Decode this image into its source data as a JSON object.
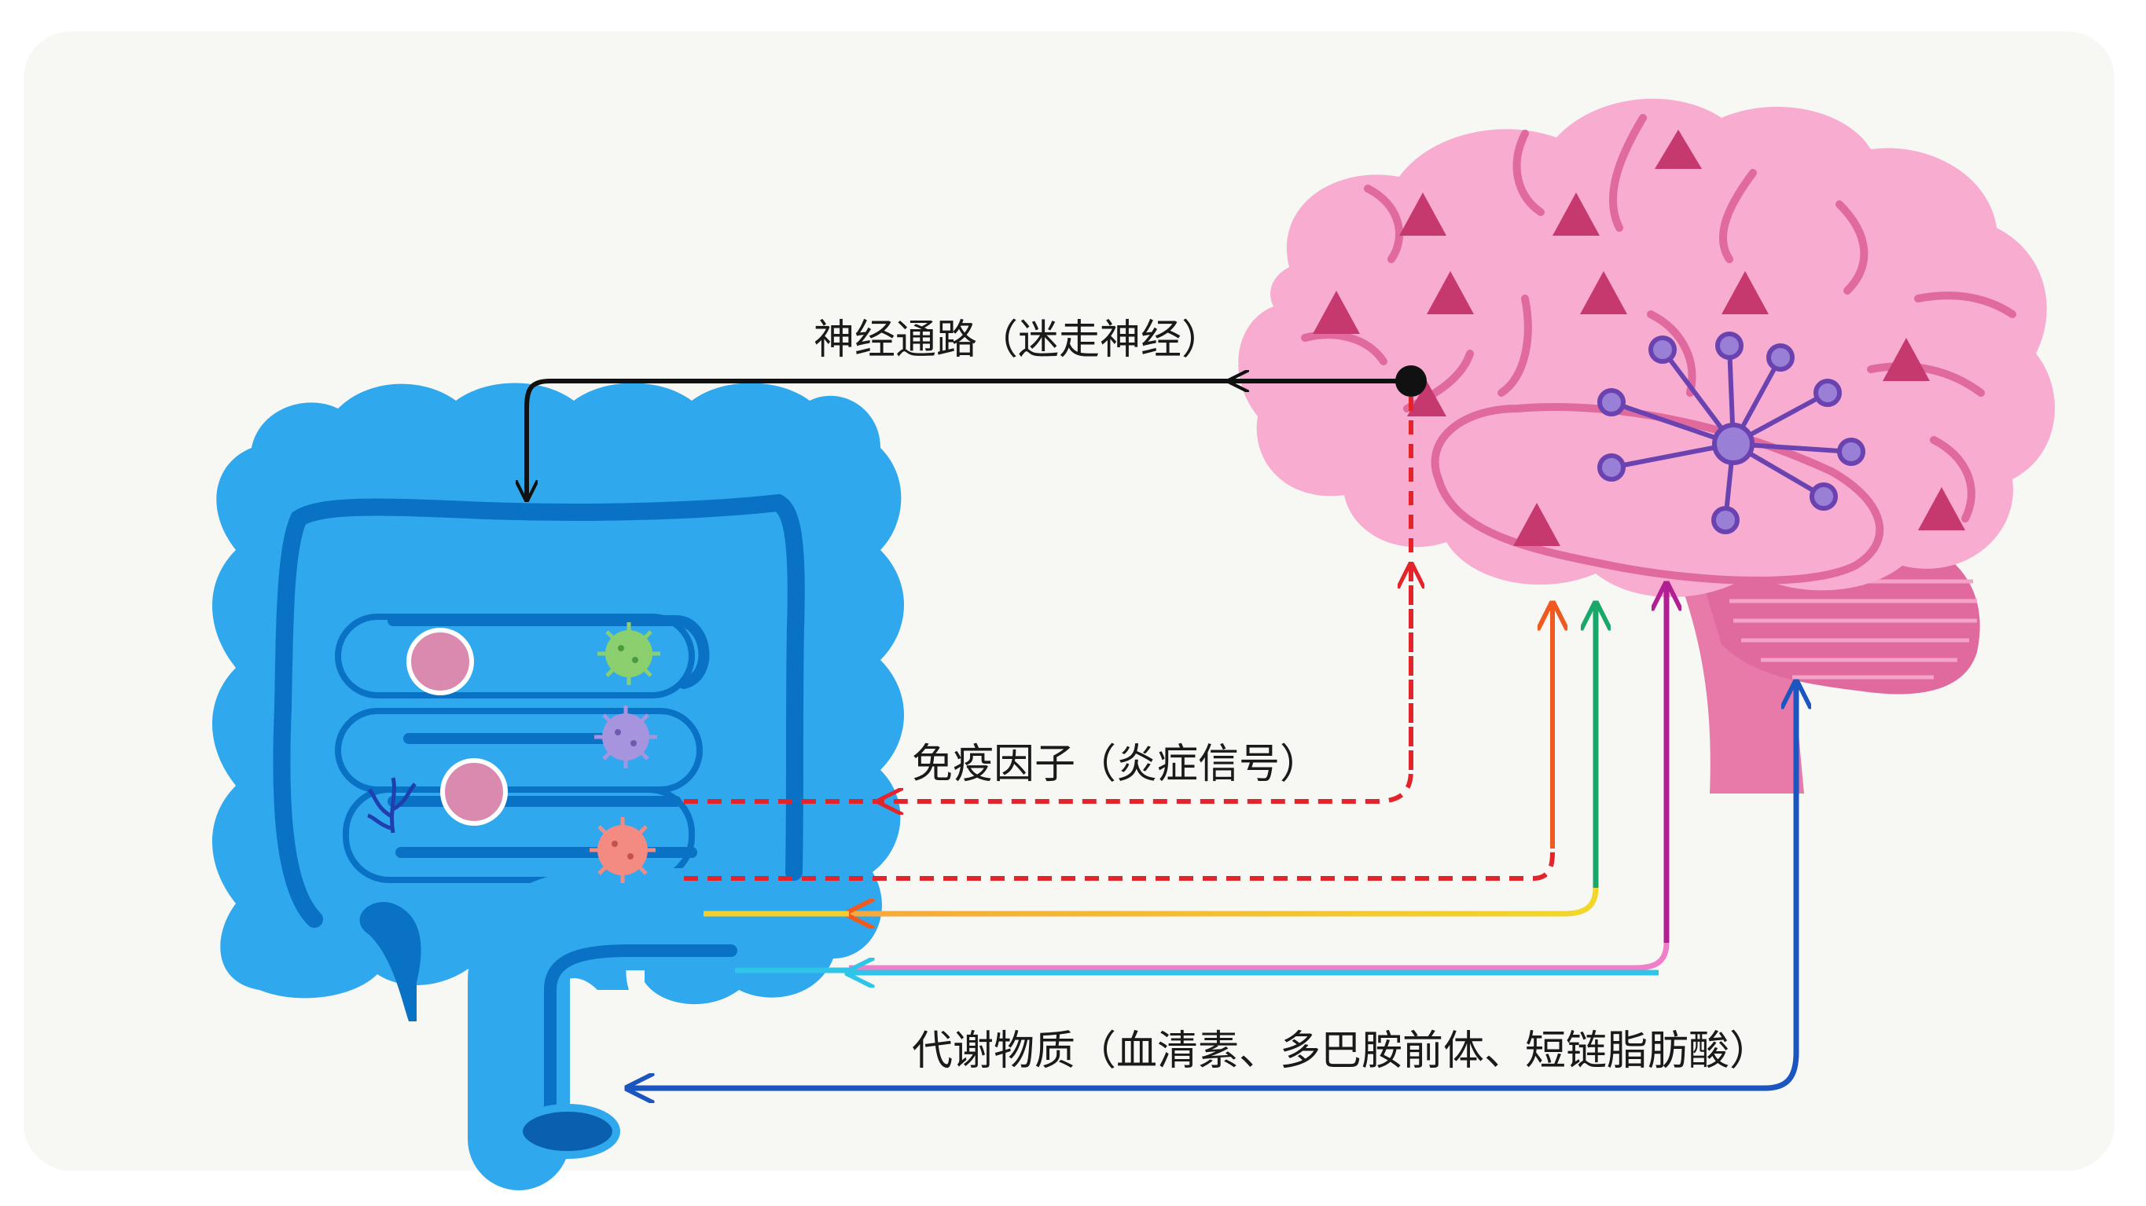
{
  "labels": {
    "neural": "神经通路（迷走神经）",
    "immune": "免疫因子（炎症信号）",
    "metabolite": "代谢物质（血清素、多巴胺前体、短链脂肪酸）"
  },
  "colors": {
    "background": "#f7f7f4",
    "gut": "#2fa8ee",
    "gut_dark": "#0a72c4",
    "brain": "#f7acd0",
    "brain_dark": "#e0699e",
    "triangle": "#c6396e",
    "neuron": "#6a43b0",
    "neural_path": "#111111",
    "immune_path": "#e3242b",
    "orange_path": "#f05a1f",
    "green_path": "#1aa86a",
    "yellow_path": "#f2cf2a",
    "magenta_path": "#b01f93",
    "pink_path": "#ef7fc8",
    "cyan_path": "#2ec5e8",
    "blue_path": "#1a55c0"
  },
  "icons": [
    "gut-icon",
    "brain-icon",
    "neuron-icon",
    "microbe-icon",
    "immune-cell-icon",
    "seaweed-icon"
  ]
}
